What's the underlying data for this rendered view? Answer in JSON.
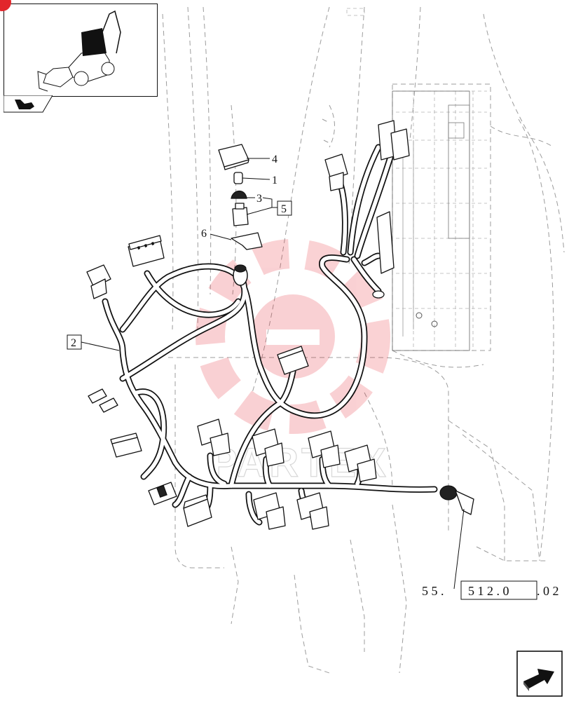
{
  "callouts": {
    "c1": "1",
    "c2": "2",
    "c3": "3",
    "c4": "4",
    "c5": "5",
    "c6": "6"
  },
  "reference": {
    "prefix": "5 5 .",
    "boxed": "5 1 2 . 0",
    "suffix": ". 0 2"
  },
  "watermark": {
    "text": "PARTEX",
    "color": "#e8303a"
  },
  "colors": {
    "line": "#111111",
    "ghost": "#9c9c9c",
    "badge": "#e2262b"
  },
  "icons": {
    "thumbnail": "backhoe-loader-thumbnail",
    "thumbnail_tab": "flip-page-icon",
    "next_page": "next-page-arrow-icon"
  }
}
